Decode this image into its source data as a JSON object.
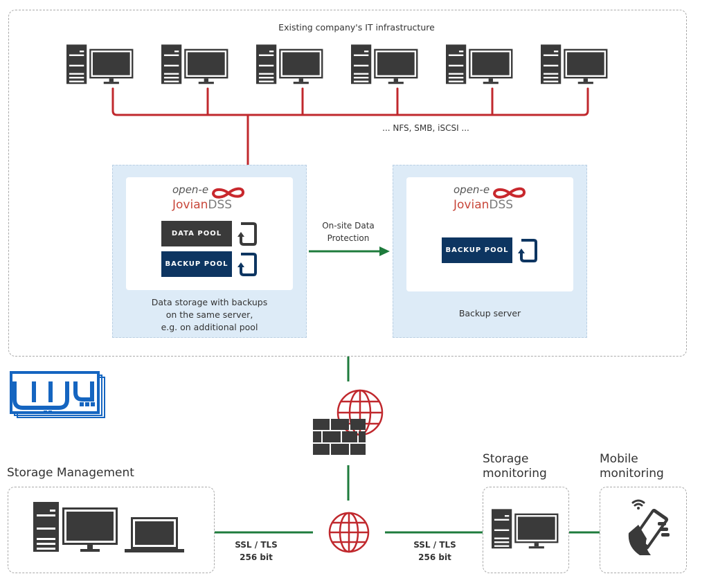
{
  "infrastructure": {
    "title": "Existing company's IT infrastructure",
    "protocols": "... NFS, SMB, iSCSI ...",
    "workstation_count": 6
  },
  "primary_server": {
    "logo_brand": "open-e",
    "logo_product_main": "Jovian",
    "logo_product_suffix": "DSS",
    "pools": [
      "DATA POOL",
      "BACKUP POOL"
    ],
    "caption_lines": [
      "Data storage with backups",
      "on the same server,",
      "e.g. on additional pool"
    ]
  },
  "replication": {
    "label_lines": [
      "On-site Data",
      "Protection"
    ]
  },
  "backup_server": {
    "logo_brand": "open-e",
    "logo_product_main": "Jovian",
    "logo_product_suffix": "DSS",
    "pool": "BACKUP POOL",
    "caption": "Backup server"
  },
  "storage_management": {
    "title": "Storage Management"
  },
  "links": {
    "left": [
      "SSL / TLS",
      "256 bit"
    ],
    "right": [
      "SSL / TLS",
      "256 bit"
    ]
  },
  "storage_monitoring": {
    "title_lines": [
      "Storage",
      "monitoring"
    ]
  },
  "mobile_monitoring": {
    "title_lines": [
      "Mobile",
      "monitoring"
    ]
  },
  "colors": {
    "network_red": "#c0282d",
    "secure_green": "#1e7b3c",
    "icon_dark": "#3a3a3a",
    "backup_navy": "#0d3561",
    "panel_blue": "#ddebf7",
    "watermark_blue": "#1565c0"
  },
  "icons": {
    "workstation": "desktop-computer-icon",
    "firewall": "firewall-globe-icon",
    "internet": "globe-icon",
    "laptop": "laptop-icon",
    "mobile": "mobile-phone-hand-icon",
    "sync": "sync-icon",
    "logo": "open-e-infinity-icon"
  }
}
